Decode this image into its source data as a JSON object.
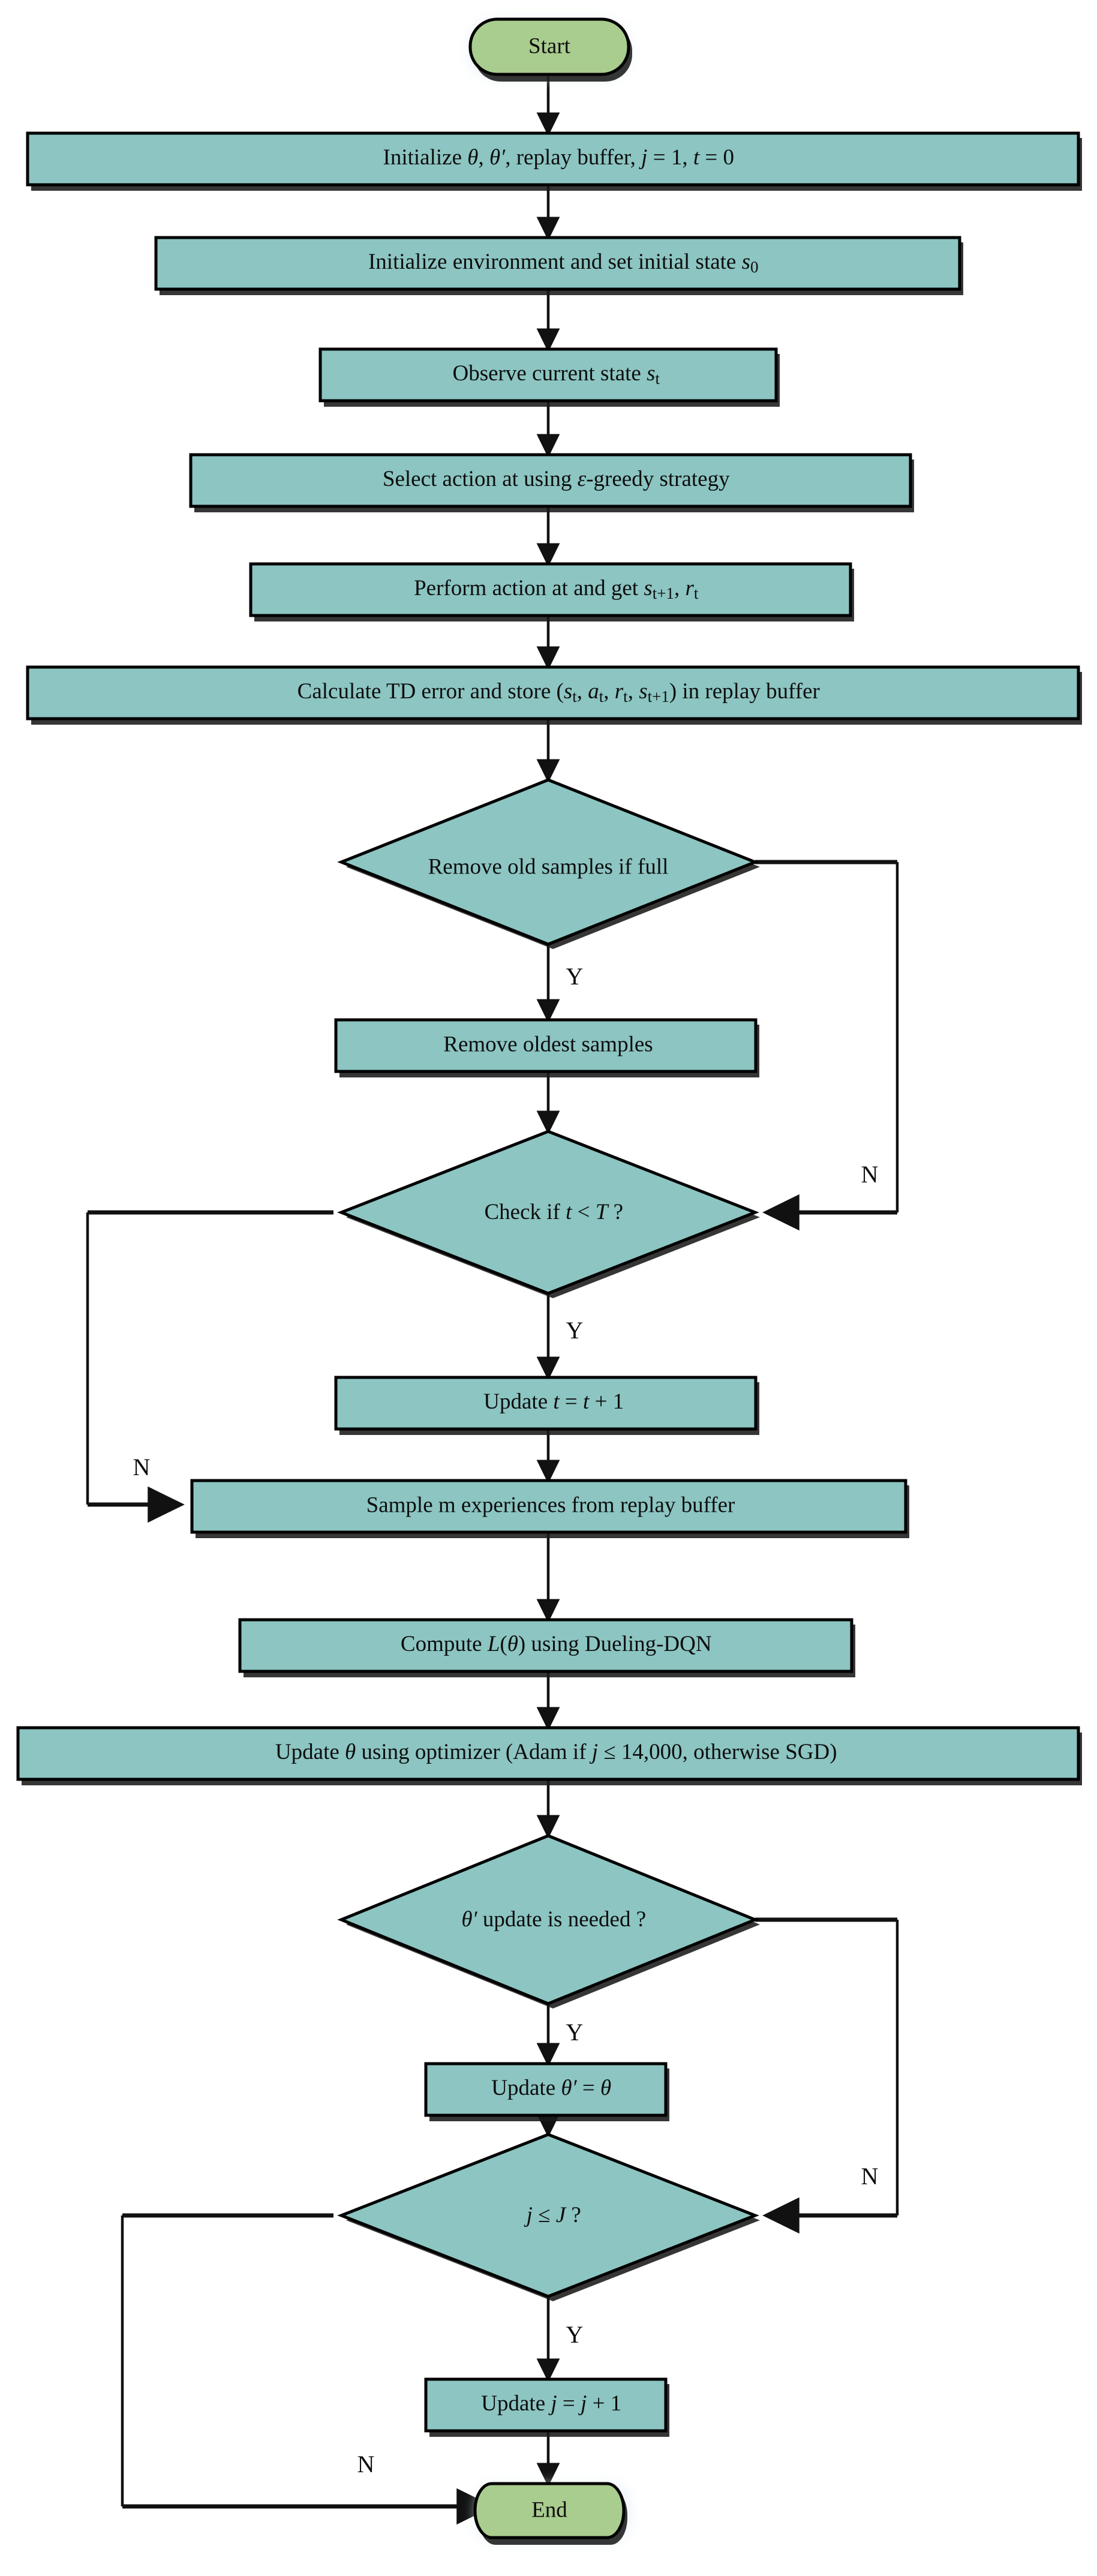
{
  "diagram": {
    "title": "Dueling-DQN training flowchart",
    "type": "flowchart",
    "colors": {
      "terminal_fill": "#a9cc8f",
      "process_fill": "#8cc5c2",
      "decision_fill": "#8cc5c2",
      "stroke": "#000000",
      "text": "#0d0d0d",
      "background": "#ffffff"
    }
  },
  "nodes": {
    "start": {
      "label": "Start",
      "shape": "terminal"
    },
    "init_params": {
      "label": "Initialize θ, θ′, replay buffer, j = 1, t = 0",
      "shape": "process"
    },
    "init_env": {
      "label": "Initialize environment and set initial state s₀",
      "shape": "process"
    },
    "observe_state": {
      "label": "Observe current state sₜ",
      "shape": "process"
    },
    "select_action": {
      "label": "Select action at using ε-greedy strategy",
      "shape": "process"
    },
    "perform_action": {
      "label": "Perform action at and get sₜ₊₁, rₜ",
      "shape": "process"
    },
    "calc_td": {
      "label": "Calculate TD error and store (sₜ, aₜ, rₜ, sₜ₊₁) in replay buffer",
      "shape": "process"
    },
    "remove_old_check": {
      "label": "Remove old samples if full",
      "shape": "decision"
    },
    "remove_oldest": {
      "label": "Remove oldest samples",
      "shape": "process"
    },
    "check_t": {
      "label": "Check if t < T ?",
      "shape": "decision"
    },
    "update_t": {
      "label": "Update t = t + 1",
      "shape": "process"
    },
    "sample_m": {
      "label": "Sample m experiences from replay buffer",
      "shape": "process"
    },
    "compute_loss": {
      "label": "Compute L(θ) using Dueling-DQN",
      "shape": "process"
    },
    "update_theta": {
      "label": "Update θ using optimizer (Adam if j ≤ 14,000, otherwise SGD)",
      "shape": "process"
    },
    "theta_prime_check": {
      "label": "θ′ update is needed ?",
      "shape": "decision"
    },
    "update_theta_prime": {
      "label": "Update θ′ = θ",
      "shape": "process"
    },
    "check_j": {
      "label": "j ≤ J ?",
      "shape": "decision"
    },
    "update_j": {
      "label": "Update j = j + 1",
      "shape": "process"
    },
    "end": {
      "label": "End",
      "shape": "terminal"
    }
  },
  "branch_labels": {
    "remove_old_yes": "Y",
    "remove_old_no": "N",
    "check_t_yes": "Y",
    "check_t_no_in": "N",
    "check_t_no_out": "N",
    "theta_prime_no": "N",
    "theta_prime_yes": "Y",
    "check_j_yes": "Y",
    "check_j_no_in": "N",
    "check_j_no_out": "N"
  }
}
